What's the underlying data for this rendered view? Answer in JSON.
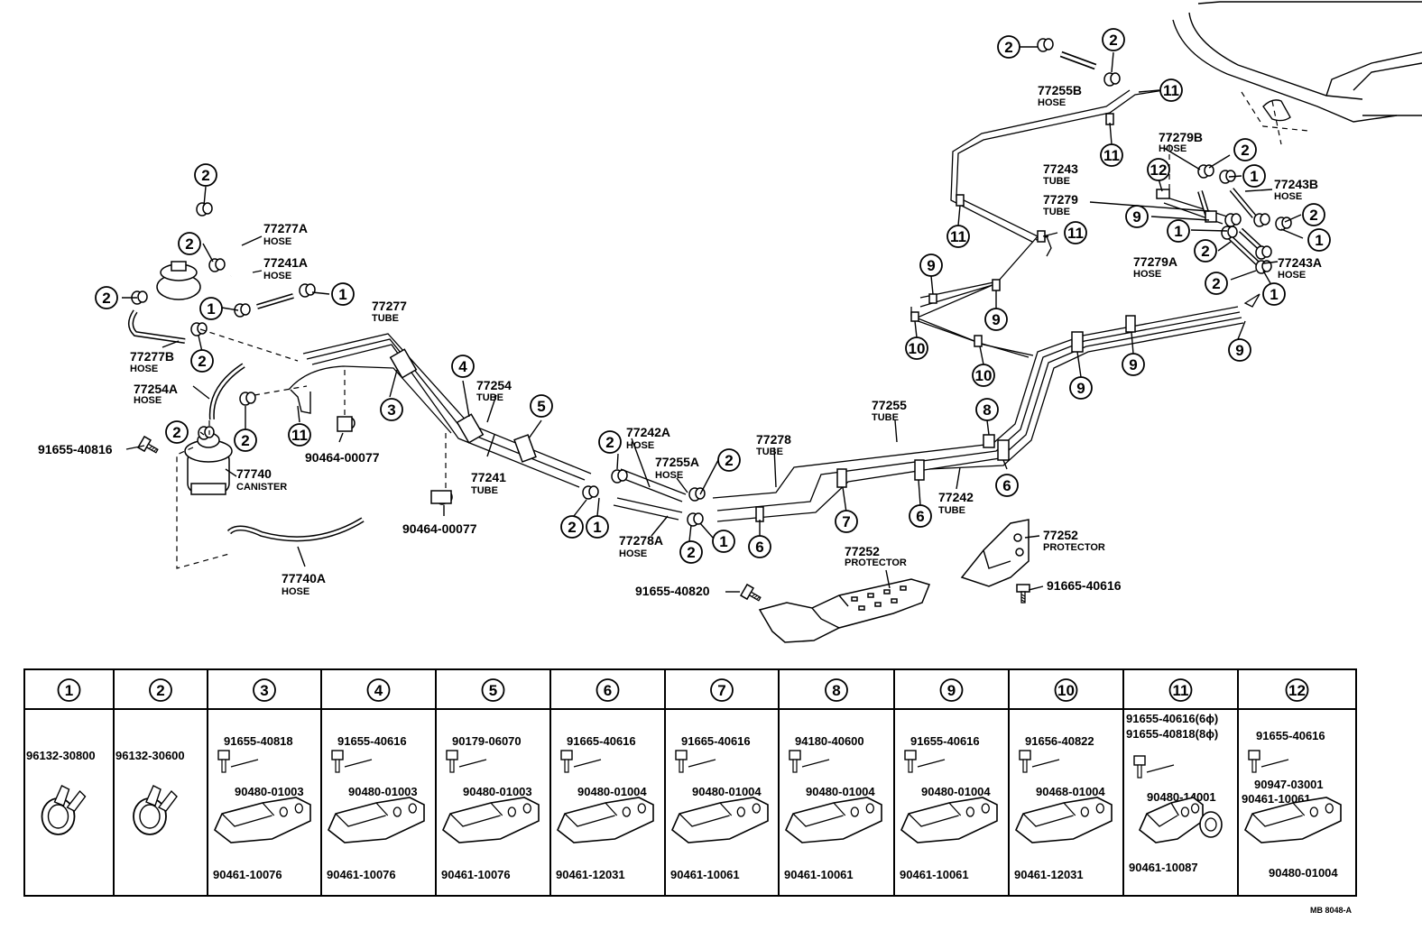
{
  "diagram": {
    "labels": {
      "l77277A": "77277A",
      "l77277A_t": "HOSE",
      "l77241A": "77241A",
      "l77241A_t": "HOSE",
      "l77277B": "77277B",
      "l77277B_t": "HOSE",
      "l77254A": "77254A",
      "l77254A_t": "HOSE",
      "l91655_40816": "91655-40816",
      "l77740": "77740",
      "l77740_t": "CANISTER",
      "l77740A": "77740A",
      "l77740A_t": "HOSE",
      "l77277": "77277",
      "l77277_t": "TUBE",
      "l90464a": "90464-00077",
      "l90464b": "90464-00077",
      "l77254": "77254",
      "l77254_t": "TUBE",
      "l77241": "77241",
      "l77241_t": "TUBE",
      "l77242A": "77242A",
      "l77242A_t": "HOSE",
      "l77255A": "77255A",
      "l77255A_t": "HOSE",
      "l77278A": "77278A",
      "l77278A_t": "HOSE",
      "l77278": "77278",
      "l77278_t": "TUBE",
      "l77255": "77255",
      "l77255_t": "TUBE",
      "l77242": "77242",
      "l77242_t": "TUBE",
      "l77252a": "77252",
      "l77252a_t": "PROTECTOR",
      "l77252b": "77252",
      "l77252b_t": "PROTECTOR",
      "l91655_40820": "91655-40820",
      "l91665_40616": "91665-40616",
      "l77255B": "77255B",
      "l77255B_t": "HOSE",
      "l77279B": "77279B",
      "l77279B_t": "HOSE",
      "l77243": "77243",
      "l77243_t": "TUBE",
      "l77279": "77279",
      "l77279_t": "TUBE",
      "l77243B": "77243B",
      "l77243B_t": "HOSE",
      "l77279A": "77279A",
      "l77279A_t": "HOSE",
      "l77243A": "77243A",
      "l77243A_t": "HOSE"
    },
    "callouts": {
      "n1": "1",
      "n2": "2",
      "n3": "3",
      "n4": "4",
      "n5": "5",
      "n6": "6",
      "n7": "7",
      "n8": "8",
      "n9": "9",
      "n10": "10",
      "n11": "11",
      "n12": "12"
    }
  },
  "table": {
    "headers": [
      "1",
      "2",
      "3",
      "4",
      "5",
      "6",
      "7",
      "8",
      "9",
      "10",
      "11",
      "12"
    ],
    "cells": [
      {
        "parts": [
          "96132-30800"
        ]
      },
      {
        "parts": [
          "96132-30600"
        ]
      },
      {
        "parts": [
          "91655-40818",
          "90480-01003",
          "90461-10076"
        ]
      },
      {
        "parts": [
          "91655-40616",
          "90480-01003",
          "90461-10076"
        ]
      },
      {
        "parts": [
          "90179-06070",
          "90480-01003",
          "90461-10076"
        ]
      },
      {
        "parts": [
          "91665-40616",
          "90480-01004",
          "90461-12031"
        ]
      },
      {
        "parts": [
          "91665-40616",
          "90480-01004",
          "90461-10061"
        ]
      },
      {
        "parts": [
          "94180-40600",
          "90480-01004",
          "90461-10061"
        ]
      },
      {
        "parts": [
          "91655-40616",
          "90480-01004",
          "90461-10061"
        ]
      },
      {
        "parts": [
          "91656-40822",
          "90468-01004",
          "90461-12031"
        ]
      },
      {
        "parts": [
          "91655-40616(6ϕ)",
          "91655-40818(8ϕ)",
          "90480-14001",
          "90461-10087"
        ]
      },
      {
        "parts": [
          "91655-40616",
          "90947-03001",
          "90461-10061",
          "90480-01004"
        ]
      }
    ]
  },
  "footer": {
    "code": "MB  8048-A"
  }
}
